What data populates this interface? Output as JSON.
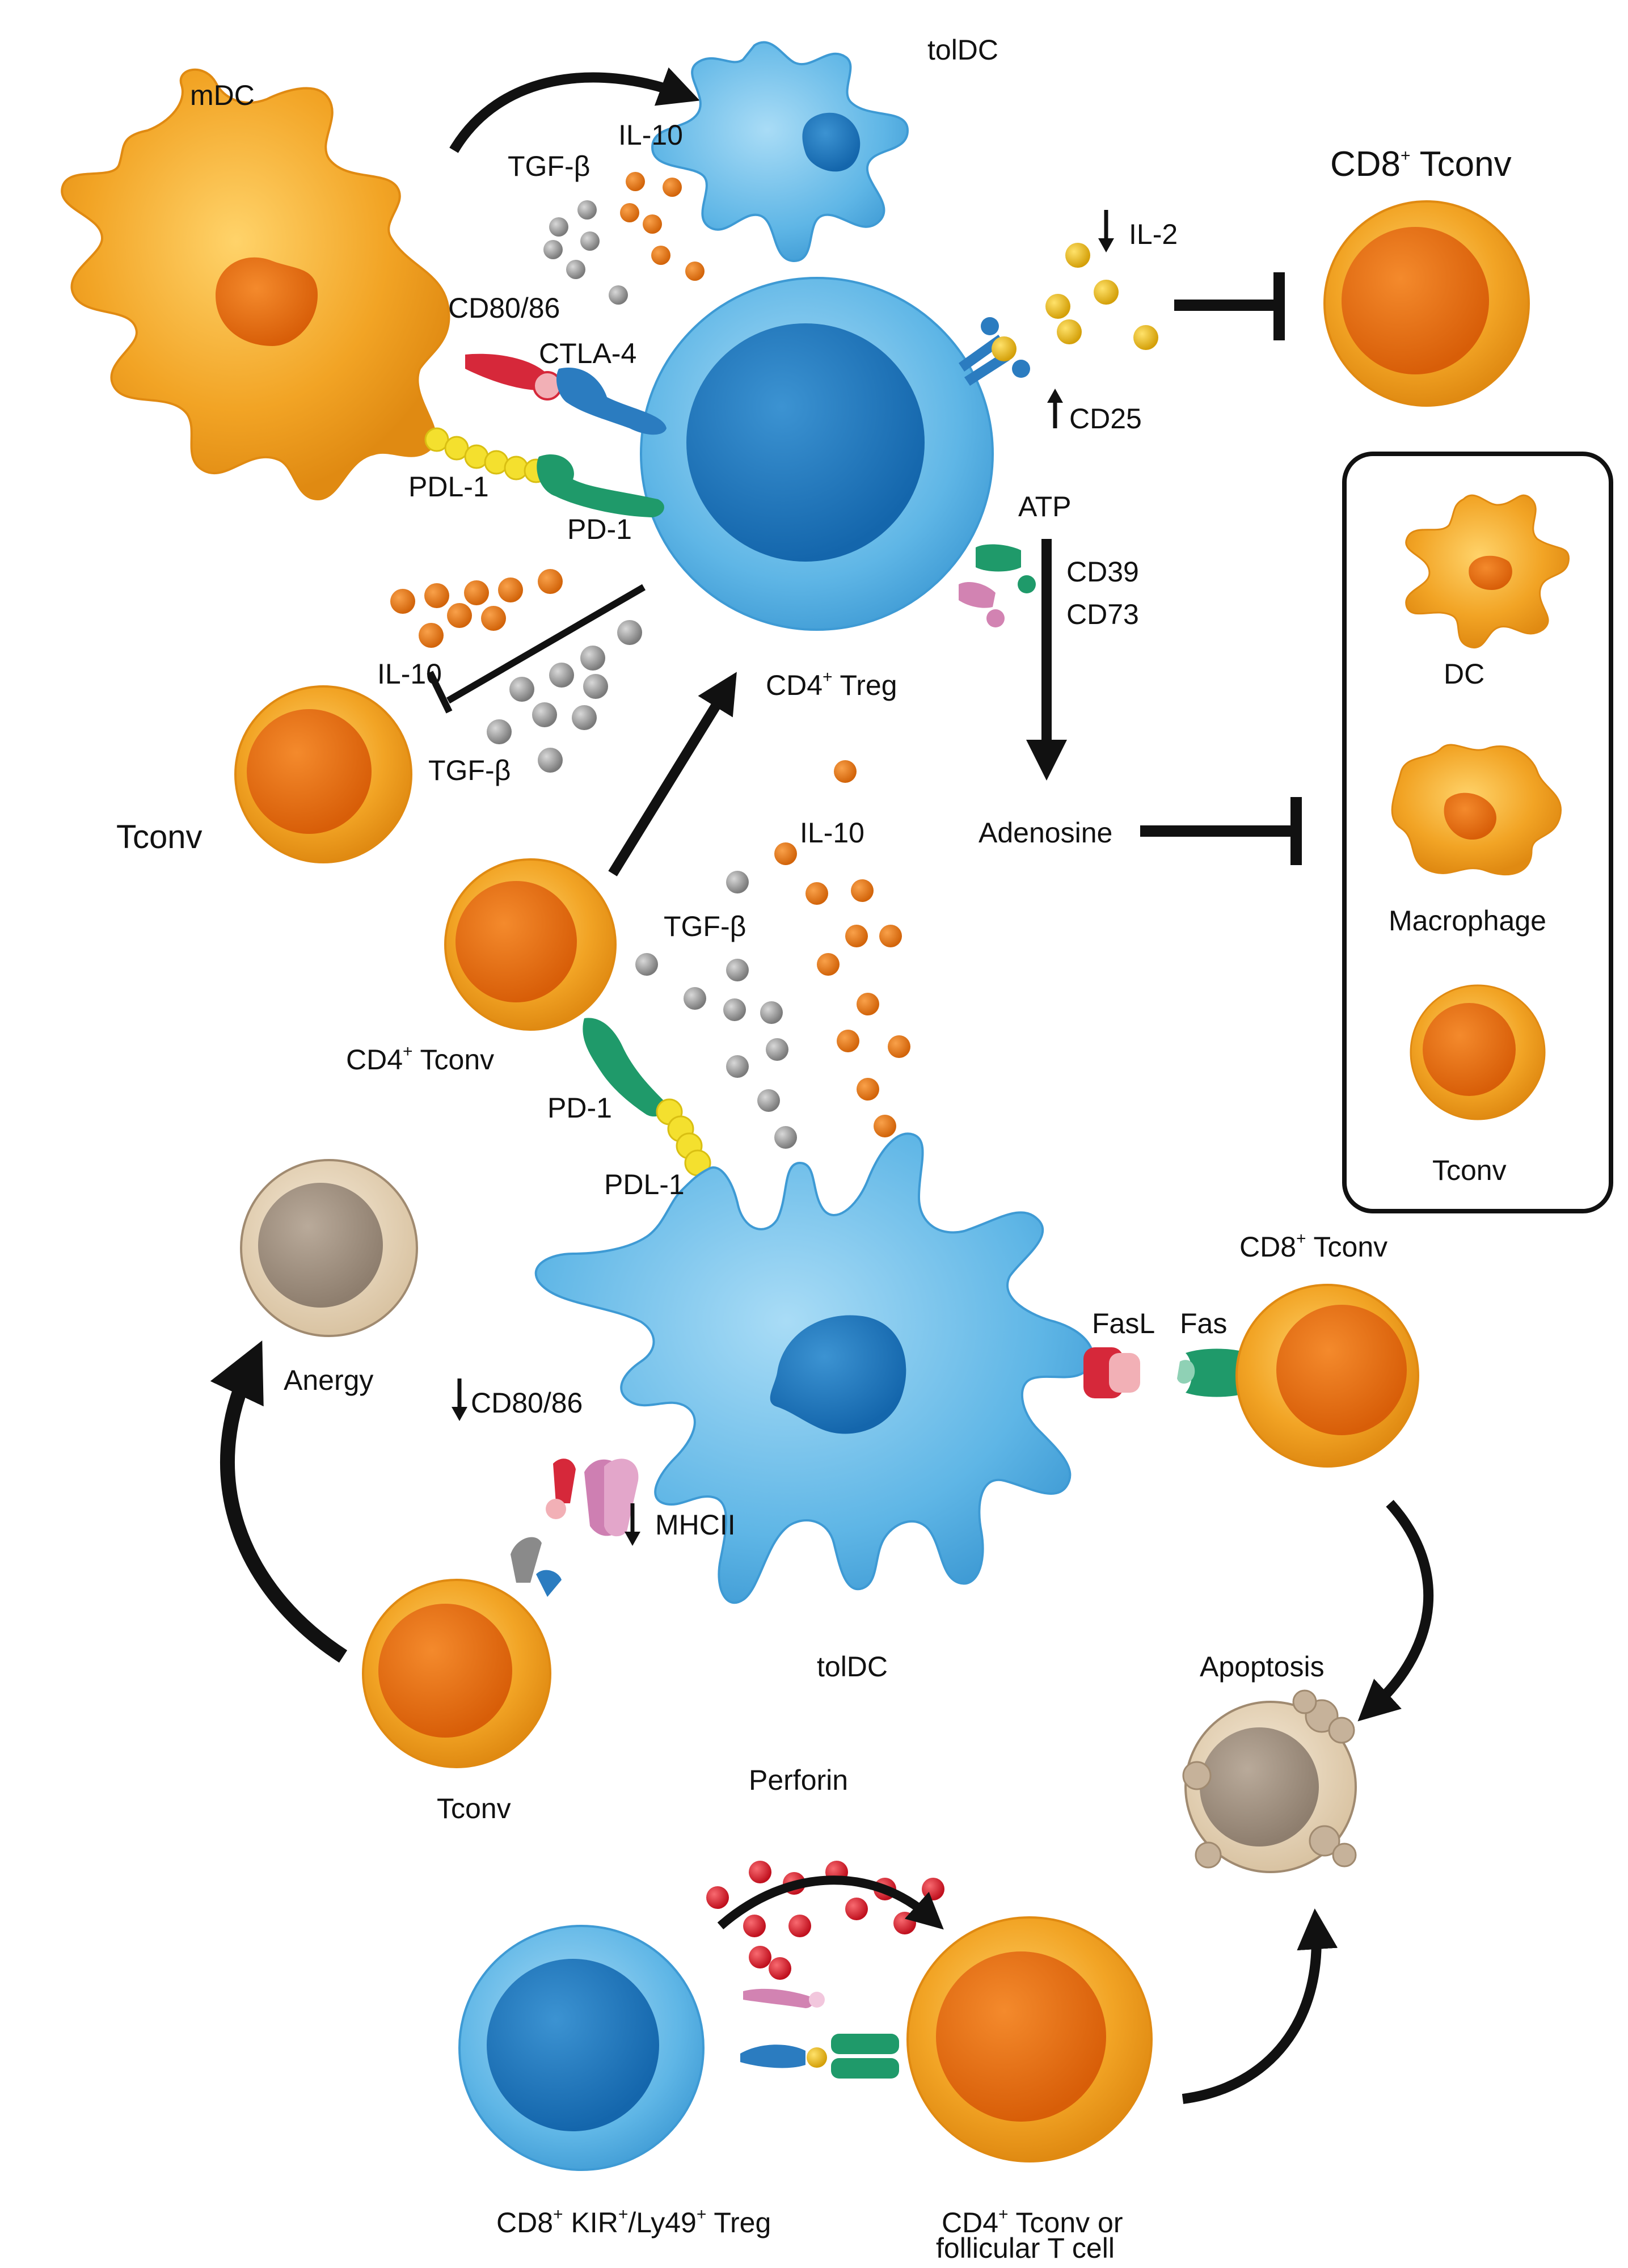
{
  "colors": {
    "orange_cell": "#F2A425",
    "orange_nucleus": "#E8700F",
    "blue_cell": "#5FB6E6",
    "blue_nucleus": "#1A78BE",
    "il10_dot": "#E47A14",
    "tgfb_dot": "#9A9A9A",
    "il2_dot": "#E8B614",
    "perforin_dot": "#D61A2A",
    "anergy_cell": "#E8D7BC",
    "anergy_nucleus": "#A49484",
    "ctla4": "#2B7CC0",
    "cd80": "#D6283A",
    "pd1": "#1F9A6A",
    "pdl1": "#F4E02E",
    "cd73": "#D283B2",
    "mhcii": "#CE7FB2",
    "tcr": "#8A8A8A"
  },
  "labels": {
    "mdc": "mDC",
    "toldc_top": "tolDC",
    "il10_top": "IL-10",
    "tgfb_top": "TGF-β",
    "cd8_tconv_top": "CD8",
    "cd8_tconv_top_sup": "+",
    "cd8_tconv_top_tail": " Tconv",
    "il2": "IL-2",
    "cd80_86_top": "CD80/86",
    "ctla4": "CTLA-4",
    "cd25": "CD25",
    "pdl1_top": "PDL-1",
    "pd1_top": "PD-1",
    "atp": "ATP",
    "cd39": "CD39",
    "cd73": "CD73",
    "il10_left": "IL-10",
    "tgfb_left": "TGF-β",
    "cd4_treg": "CD4",
    "cd4_treg_sup": "+",
    "cd4_treg_tail": " Treg",
    "tconv_left": "Tconv",
    "adenosine": "Adenosine",
    "il10_mid": "IL-10",
    "tgfb_mid": "TGF-β",
    "box_dc": "DC",
    "box_macrophage": "Macrophage",
    "box_tconv": "Tconv",
    "cd4_tconv": "CD4",
    "cd4_tconv_sup": "+",
    "cd4_tconv_tail": " Tconv",
    "pd1_mid": "PD-1",
    "pdl1_mid": "PDL-1",
    "cd8_tconv_mid": "CD8",
    "cd8_tconv_mid_sup": "+",
    "cd8_tconv_mid_tail": " Tconv",
    "anergy": "Anergy",
    "cd80_86_bottom": "CD80/86",
    "fasl": "FasL",
    "fas": "Fas",
    "mhcii": "MHCII",
    "toldc_bottom": "tolDC",
    "apoptosis": "Apoptosis",
    "tconv_bottom": "Tconv",
    "perforin": "Perforin",
    "cd8_kir_a": "CD8",
    "cd8_kir_sup1": "+",
    "cd8_kir_b": " KIR",
    "cd8_kir_sup2": "+",
    "cd8_kir_c": "/Ly49",
    "cd8_kir_sup3": "+",
    "cd8_kir_d": " Treg",
    "cd4_follicular_a": "CD4",
    "cd4_follicular_sup": "+",
    "cd4_follicular_b": " Tconv or",
    "cd4_follicular_line2": "follicular T cell"
  }
}
